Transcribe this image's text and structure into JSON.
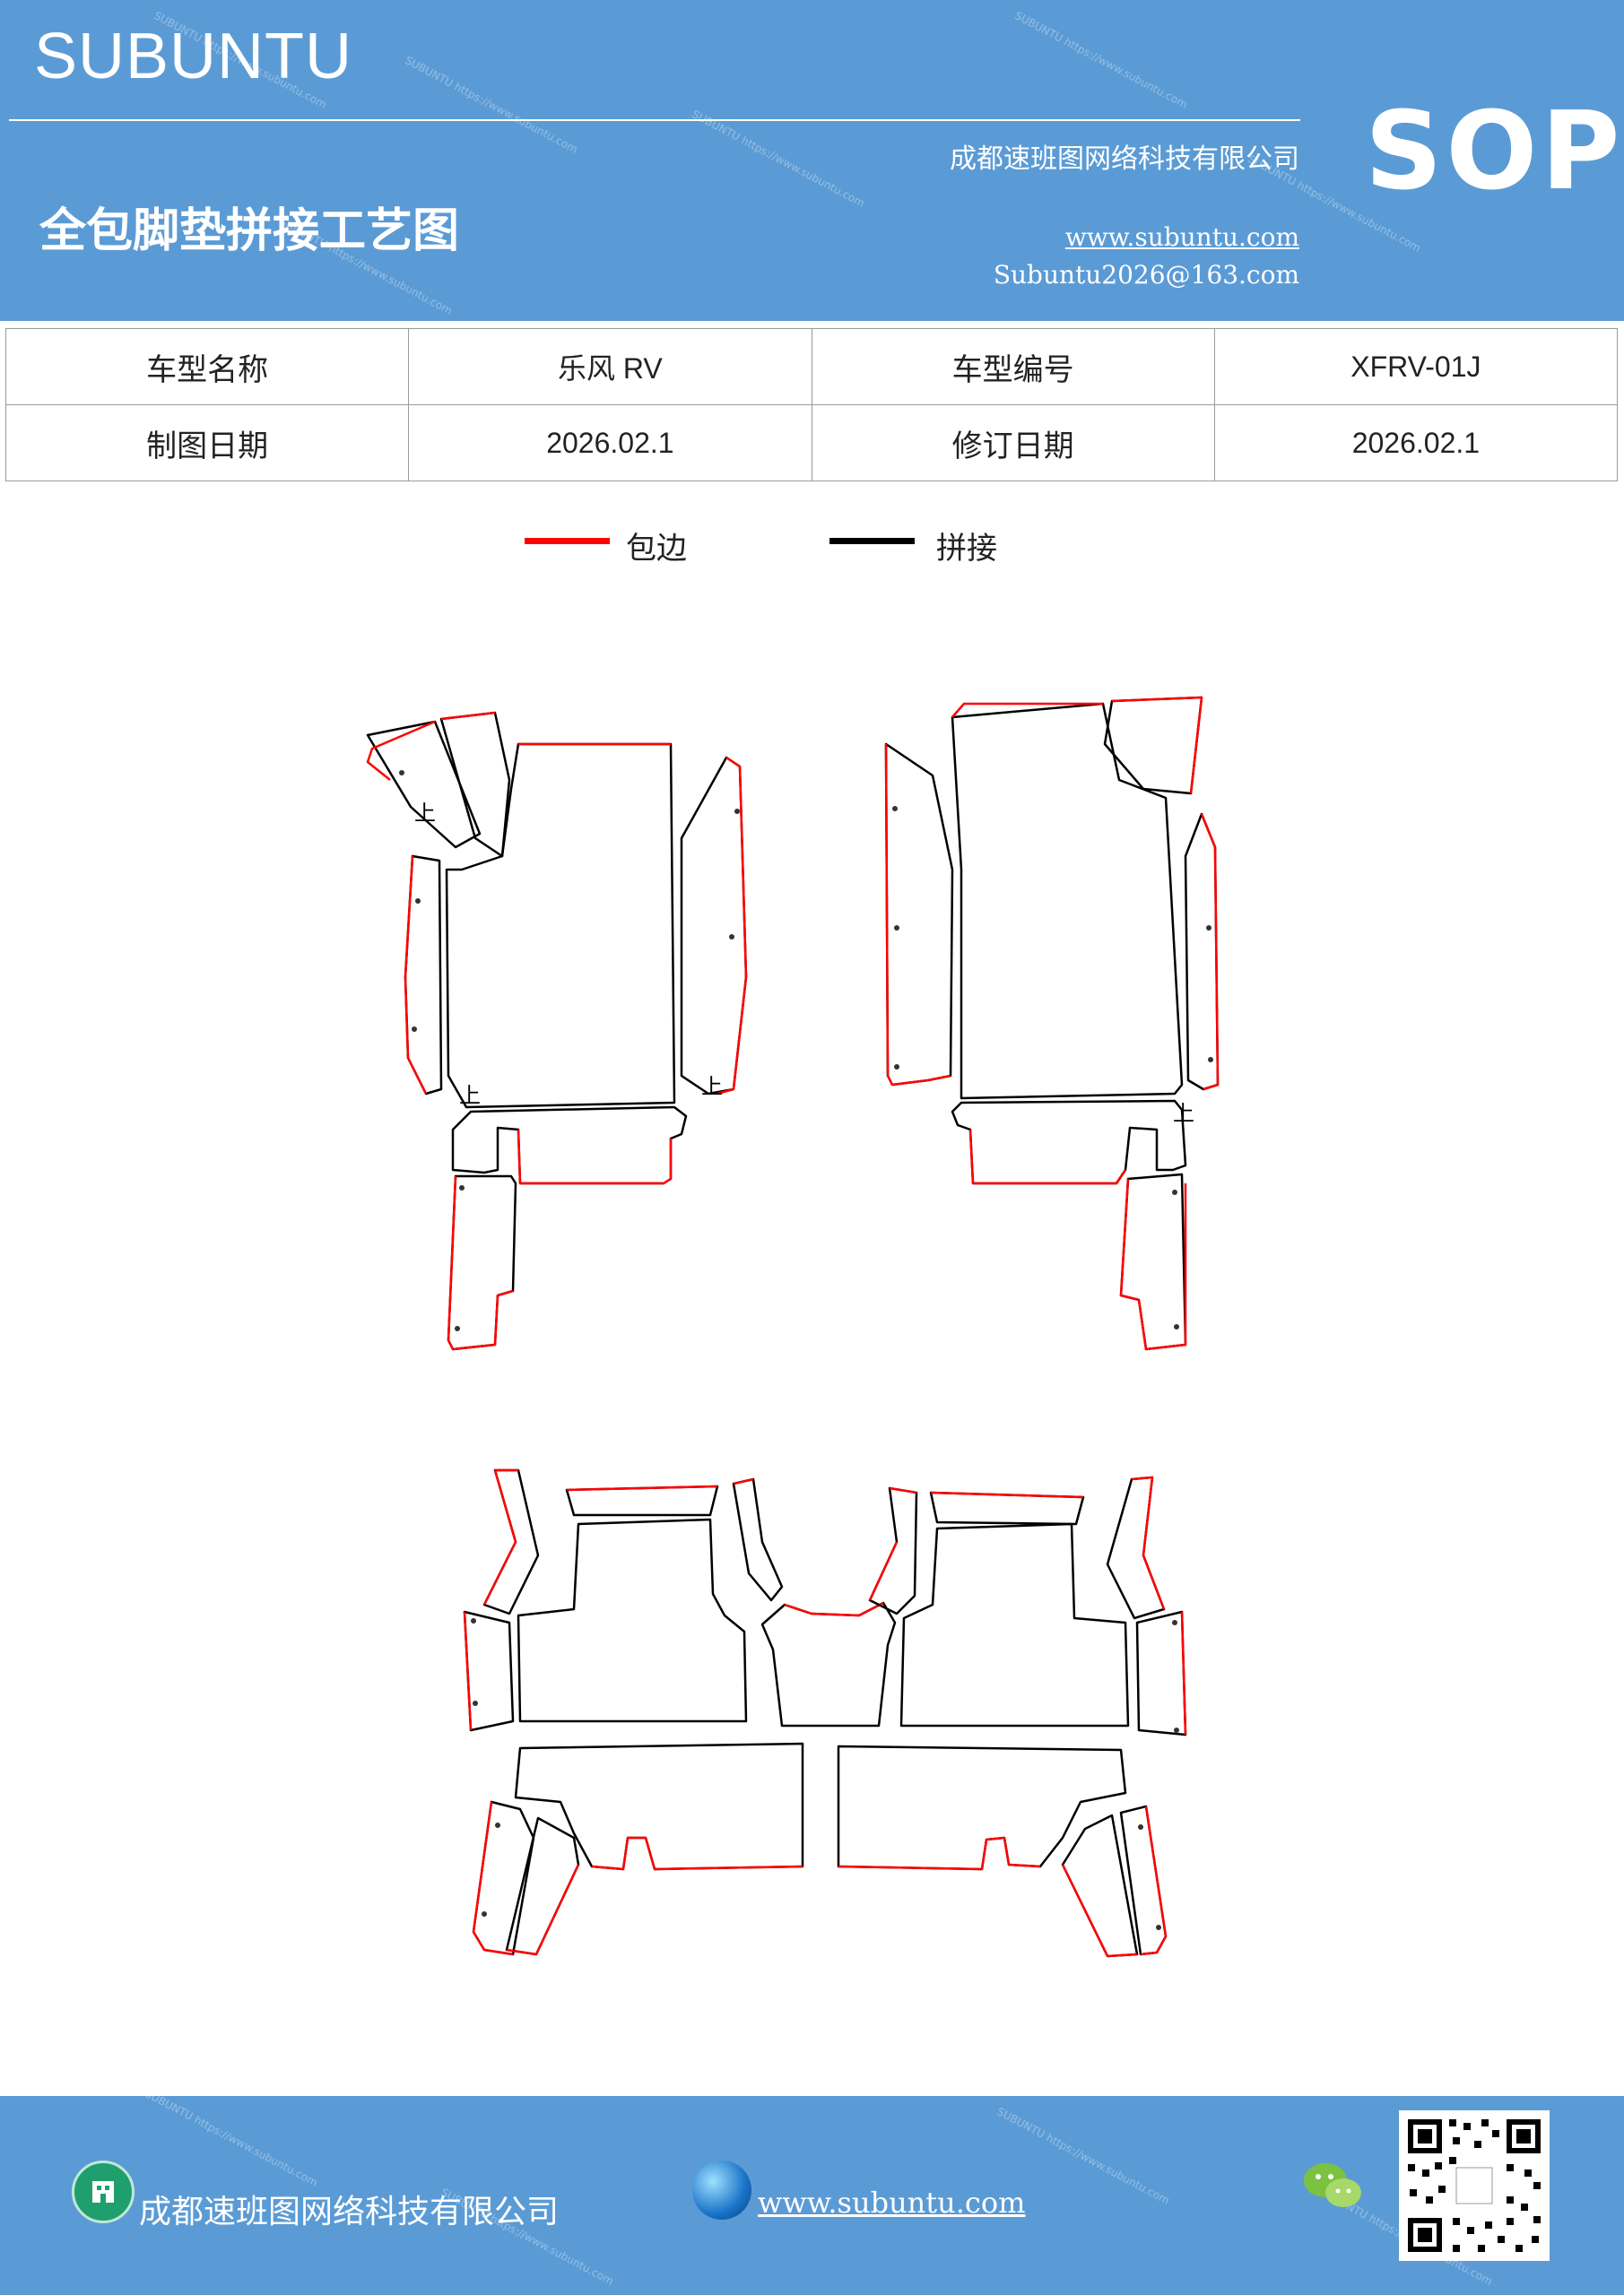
{
  "header": {
    "brand": "SUBUNTU",
    "company": "成都速班图网络科技有限公司",
    "title": "全包脚垫拼接工艺图",
    "website": "www.subuntu.com",
    "email": "Subuntu2026@163.com",
    "badge": "SOP"
  },
  "info": {
    "model_name_label": "车型名称",
    "model_name_value": "乐风 RV",
    "model_code_label": "车型编号",
    "model_code_value": "XFRV-01J",
    "draw_date_label": "制图日期",
    "draw_date_value": "2026.02.1",
    "revise_date_label": "修订日期",
    "revise_date_value": "2026.02.1"
  },
  "legend": {
    "edge_label": "包边",
    "edge_color": "#ff0000",
    "join_label": "拼接",
    "join_color": "#000000"
  },
  "drawing": {
    "mark": "上"
  },
  "footer": {
    "company": "成都速班图网络科技有限公司",
    "website": "www.subuntu.com",
    "icons": [
      "building-icon",
      "globe-icon",
      "wechat-icon",
      "qr-code"
    ]
  }
}
